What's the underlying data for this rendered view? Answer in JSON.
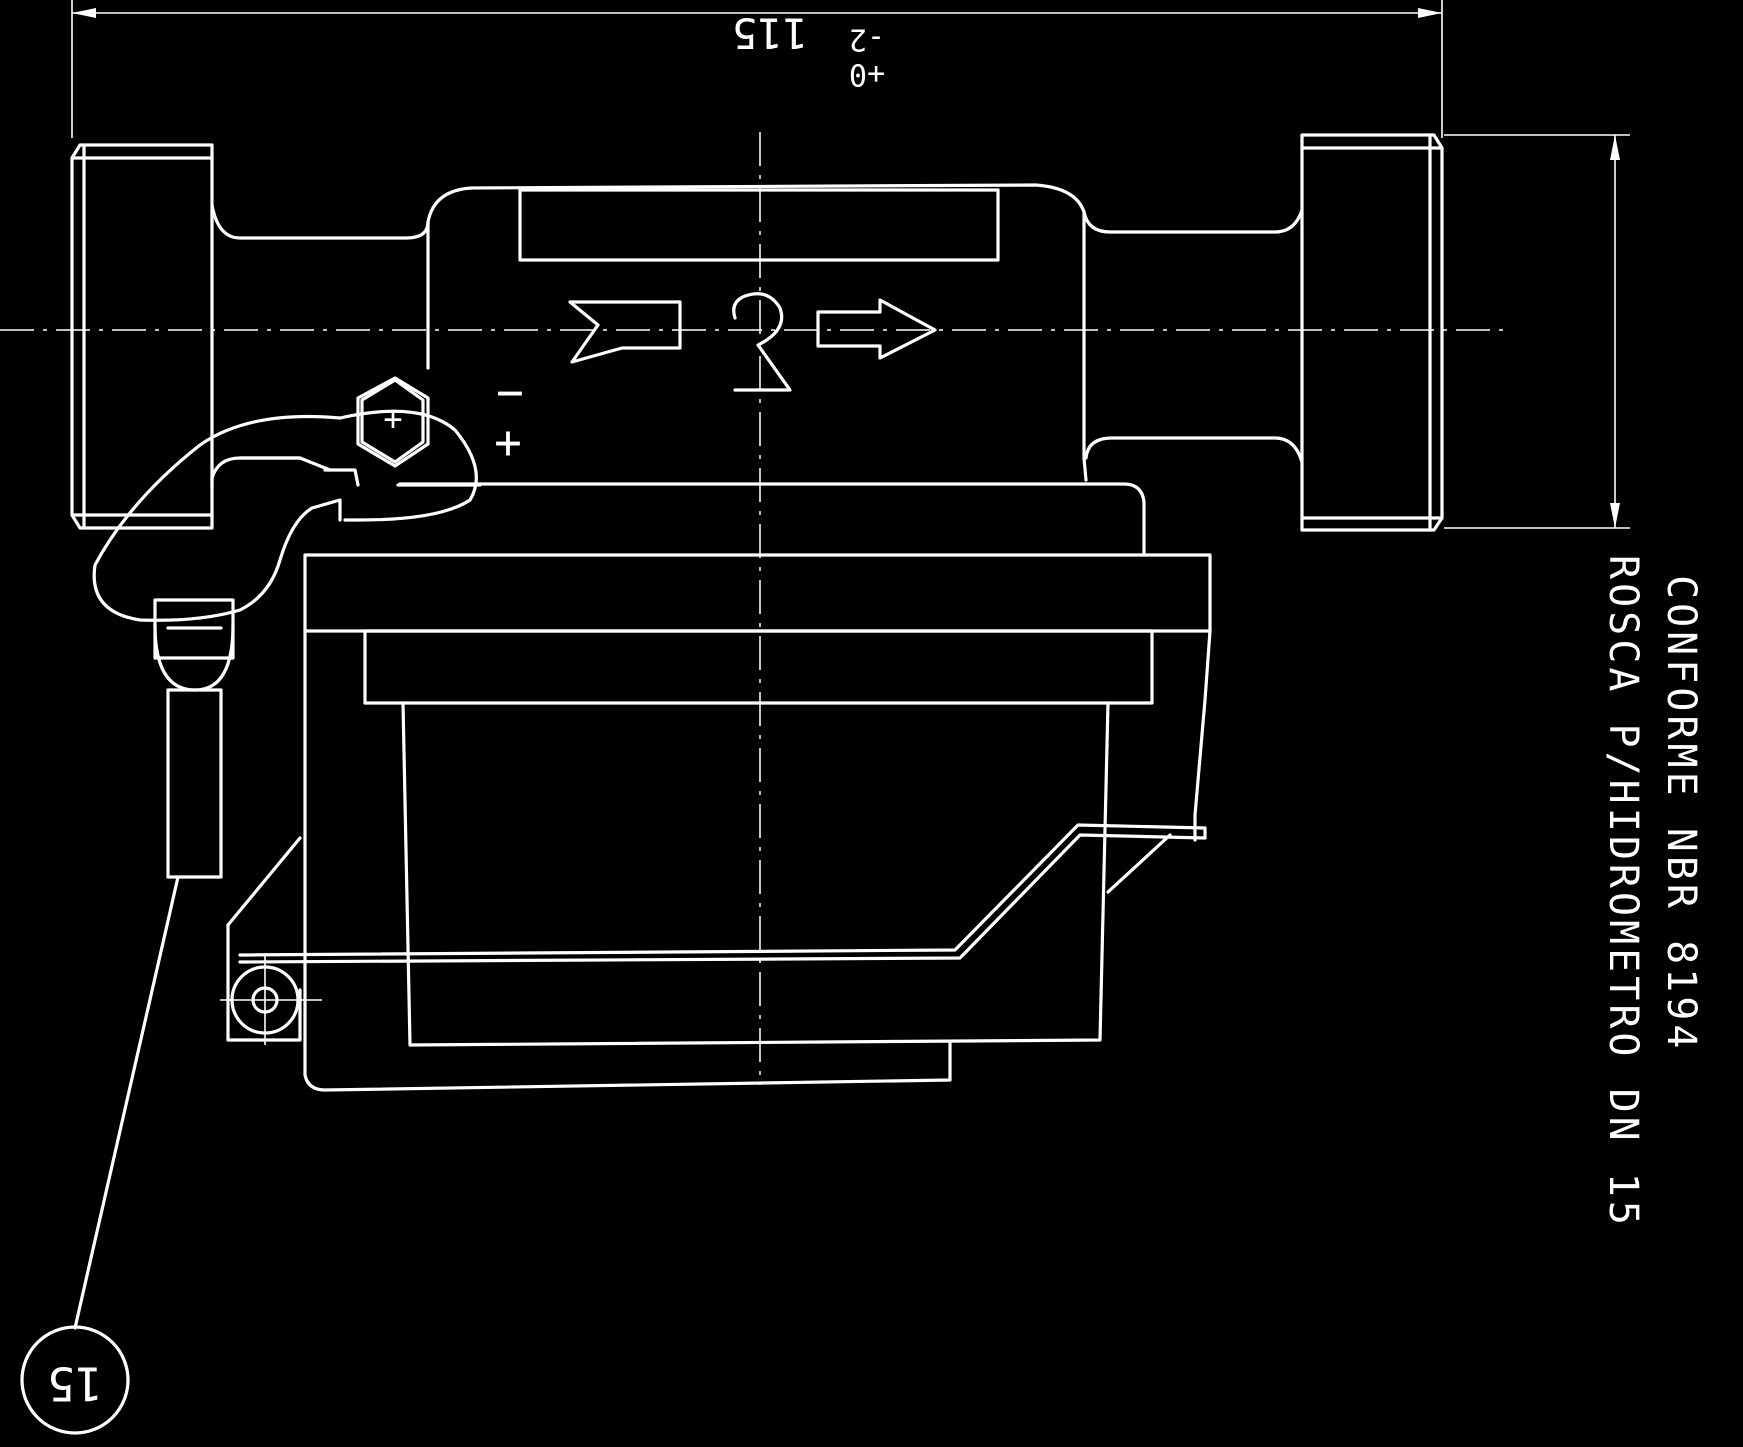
{
  "dimensions": {
    "overall_length": "115",
    "tolerance_upper": "+0",
    "tolerance_lower": "-2"
  },
  "notes": {
    "thread_line_1": "ROSCA P/HIDROMETRO DN 15",
    "thread_line_2": "CONFORME NBR 8194"
  },
  "part_reference": "15",
  "terminal_signs": {
    "plus": "+",
    "minus": "−",
    "bolt": "+"
  },
  "icons": {
    "flow_arrow": "flow-arrow-icon",
    "inlet_arrow": "inlet-arrow-icon",
    "mounting_hole": "mounting-hole-icon",
    "hex_nut": "hex-nut-icon"
  },
  "colors": {
    "background": "#000000",
    "line": "#ffffff"
  }
}
